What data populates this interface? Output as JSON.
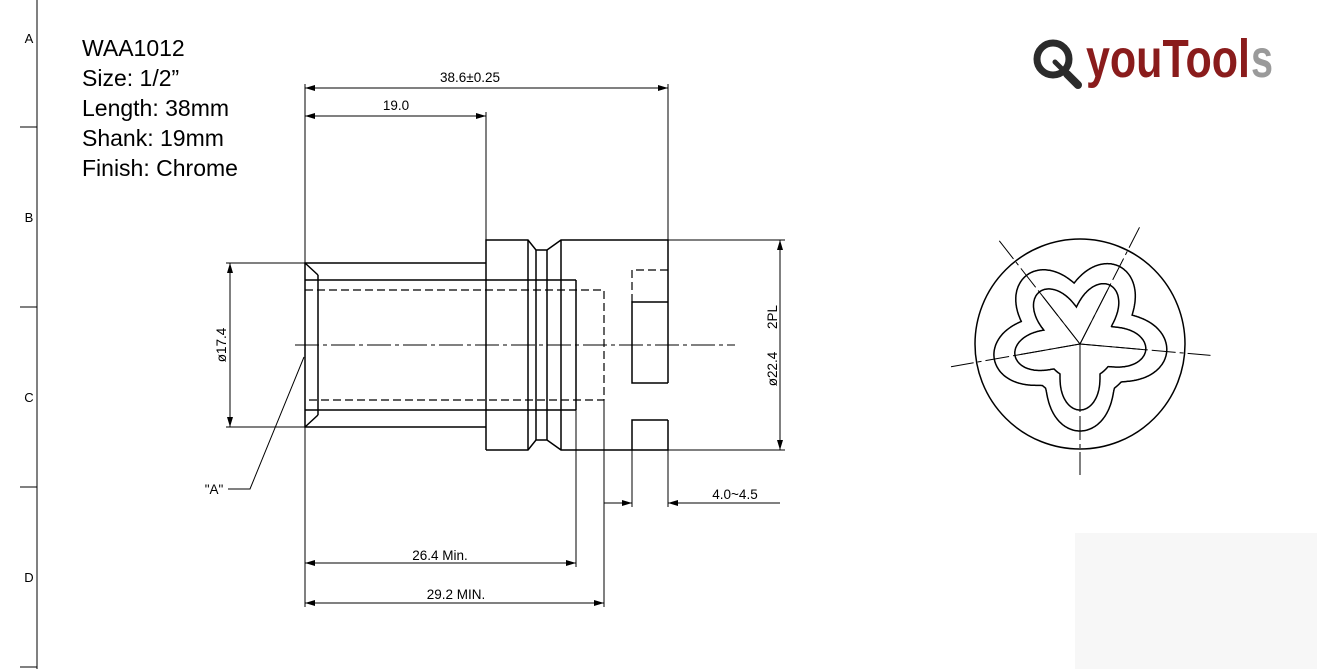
{
  "frame": {
    "zones": [
      "A",
      "B",
      "C",
      "D"
    ]
  },
  "specs": {
    "model": "WAA1012",
    "size": "Size: 1/2”",
    "length": "Length: 38mm",
    "shank": "Shank: 19mm",
    "finish": "Finish: Chrome"
  },
  "logo": {
    "icon": "magnifier-icon",
    "brand_main": "youTool",
    "brand_tail": "s",
    "colors": {
      "brand": "#8a1c1c",
      "tail": "#9a9a9a",
      "icon": "#2b2b2b"
    }
  },
  "dimensions": {
    "overall_length": "38.6±0.25",
    "shank_length": "19.0",
    "shank_diameter": "ø17.4",
    "collar_diameter": "ø22.4",
    "collar_diameter_qty": "2PL",
    "chamfer_ref": "\"A\"",
    "bore_depth_min": "26.4  Min.",
    "bore_depth_total": "29.2  MIN.",
    "slot_width": "4.0~4.5"
  }
}
